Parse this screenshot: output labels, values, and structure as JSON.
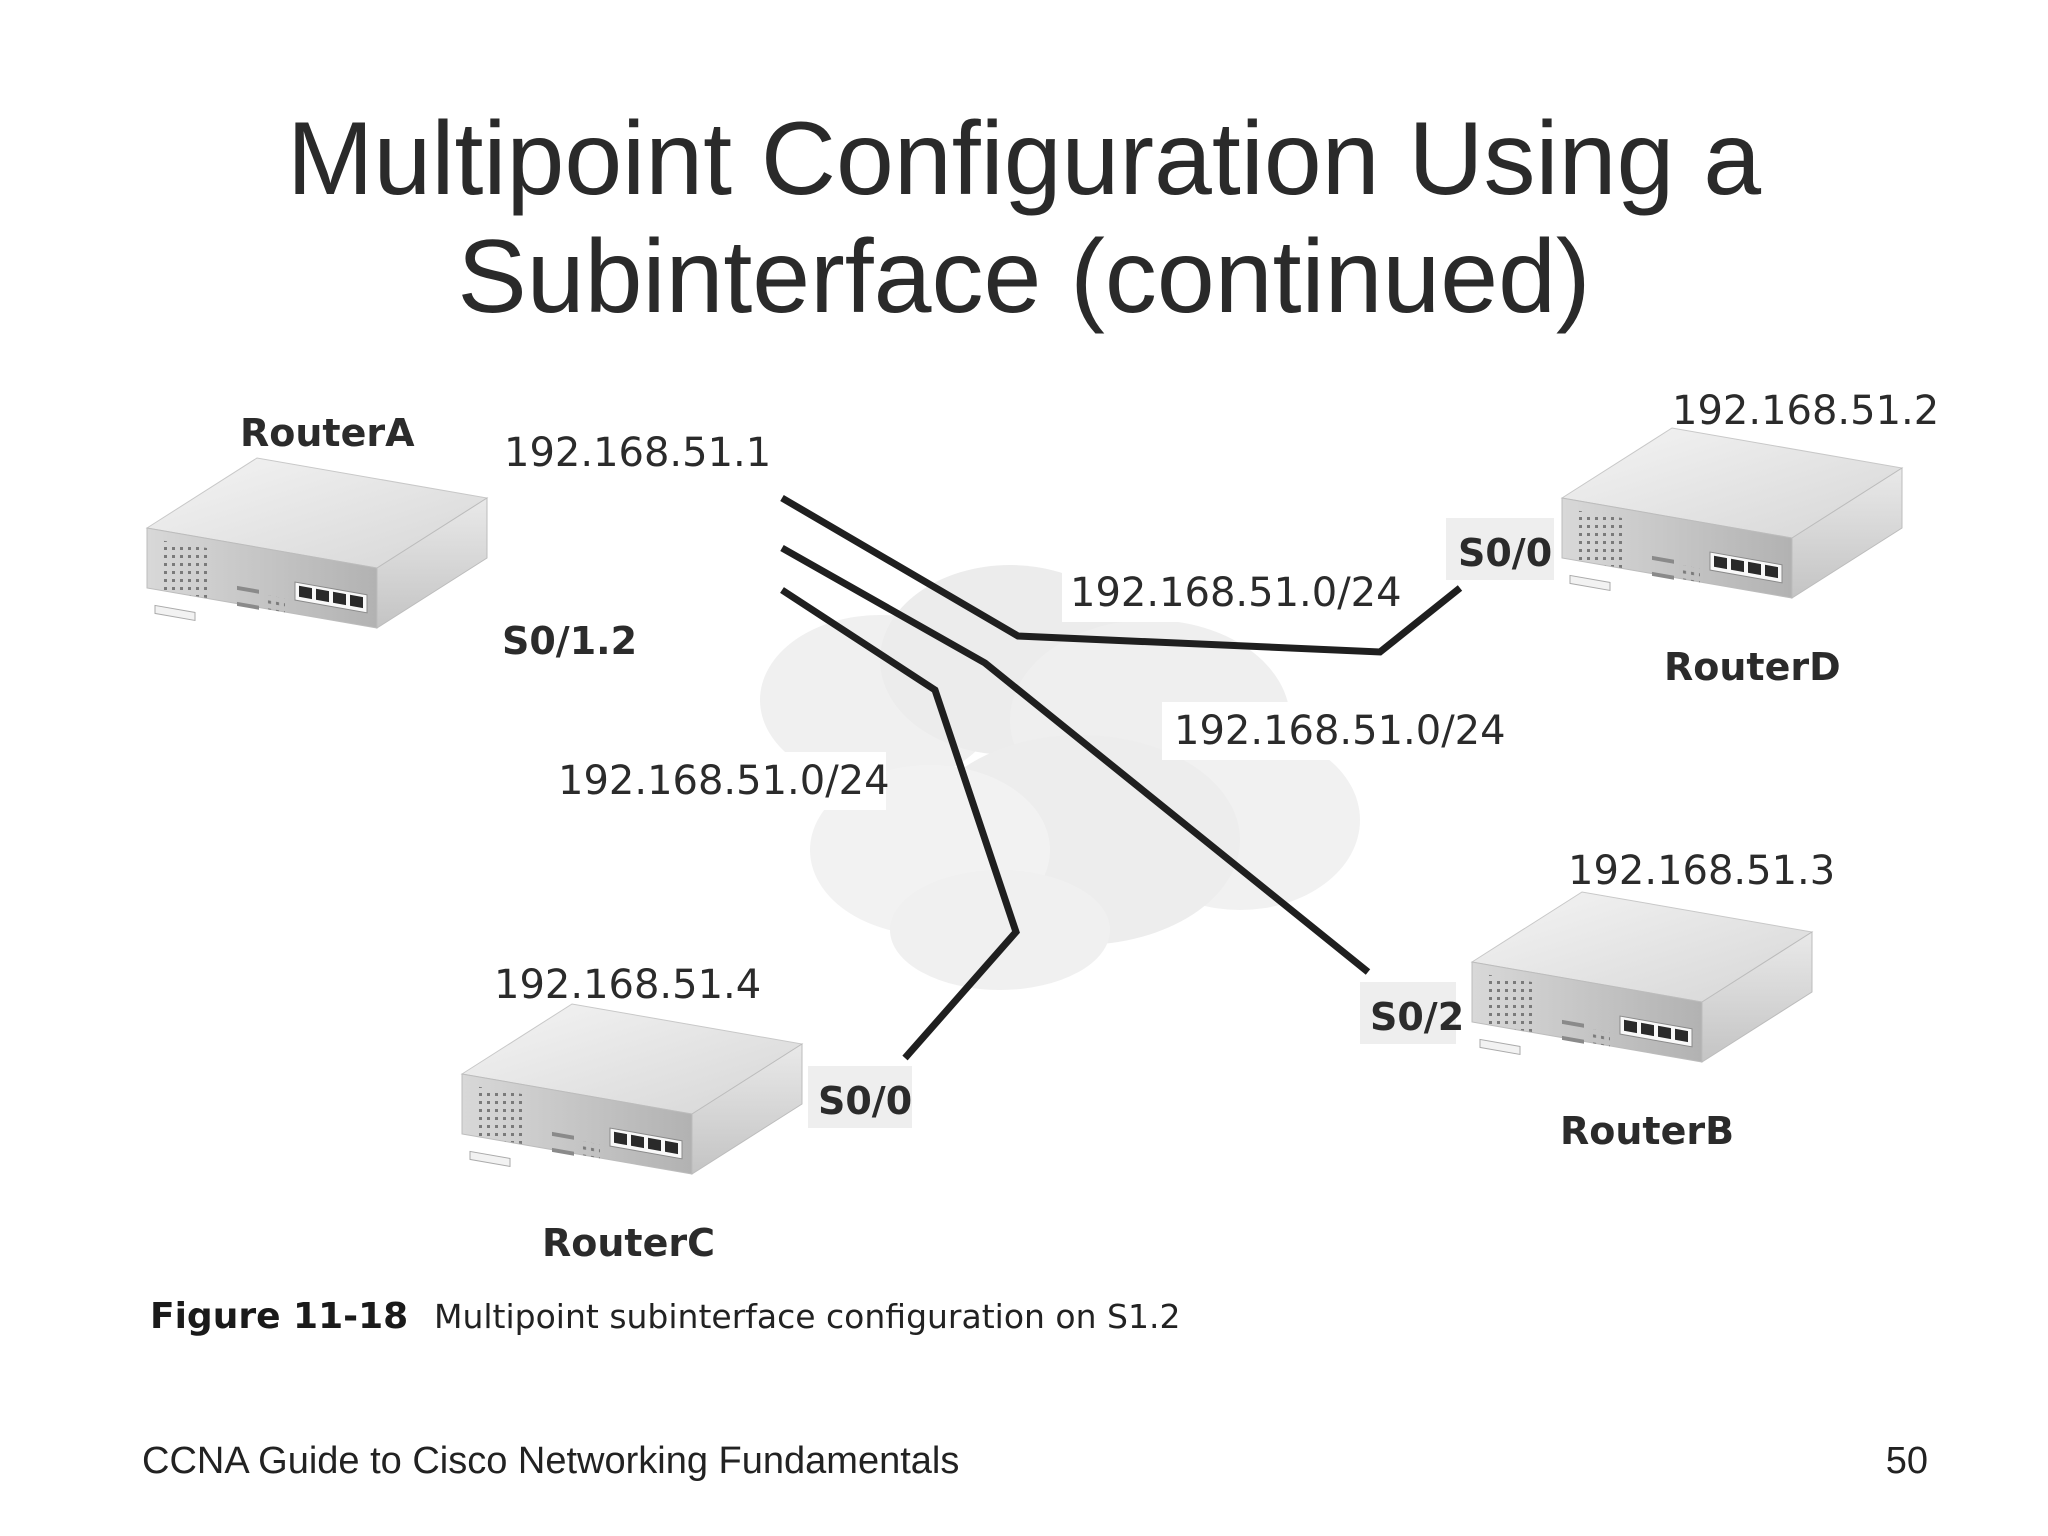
{
  "title": {
    "line1": "Multipoint Configuration Using a",
    "line2": "Subinterface (continued)"
  },
  "diagram": {
    "routers": {
      "a": {
        "name": "RouterA",
        "ip": "192.168.51.1",
        "interface": "S0/1.2"
      },
      "b": {
        "name": "RouterB",
        "ip": "192.168.51.3",
        "interface": "S0/2"
      },
      "c": {
        "name": "RouterC",
        "ip": "192.168.51.4",
        "interface": "S0/0"
      },
      "d": {
        "name": "RouterD",
        "ip": "192.168.51.2",
        "interface": "S0/0"
      }
    },
    "links": {
      "to_d": "192.168.51.0/24",
      "to_b": "192.168.51.0/24",
      "to_c": "192.168.51.0/24"
    },
    "caption": {
      "figure_number": "Figure 11-18",
      "text": "Multipoint subinterface configuration on S1.2"
    }
  },
  "footer": {
    "left": "CCNA Guide to Cisco Networking Fundamentals",
    "page_number": "50"
  },
  "colors": {
    "line": "#1f1f1f",
    "cloud": "#efefef",
    "label_bg": "#eeeeee",
    "router_top": "#e2e2e2",
    "router_side": "#bdbdbd"
  }
}
